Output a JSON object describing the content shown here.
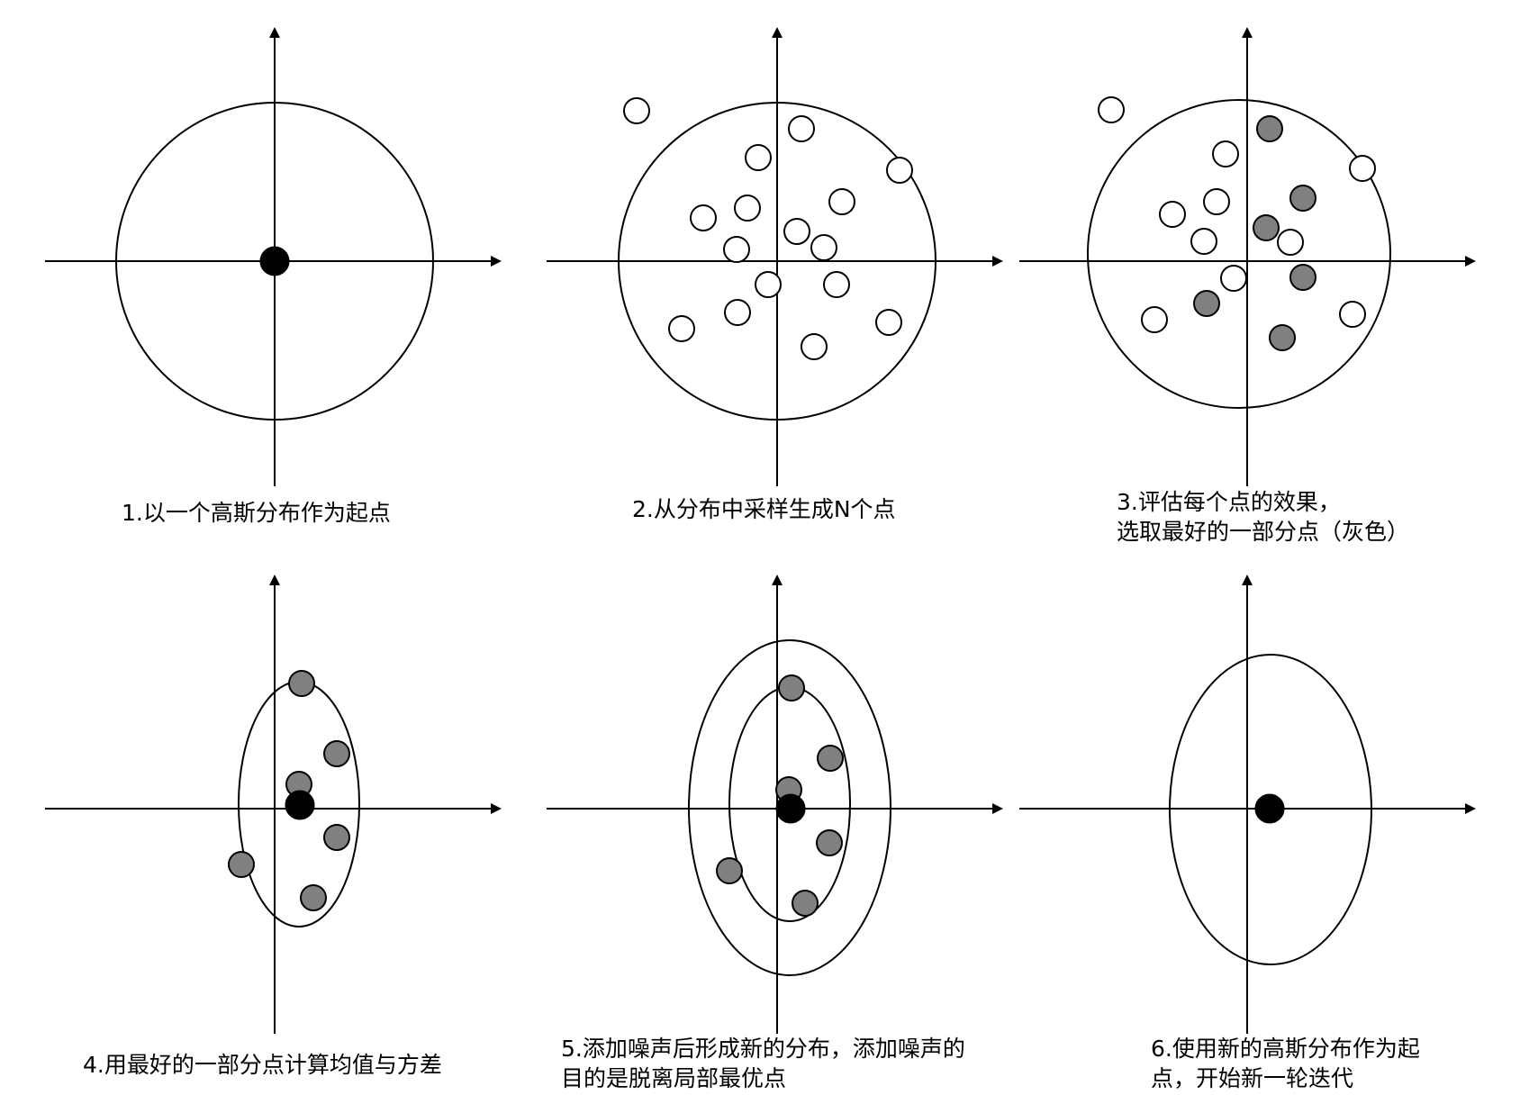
{
  "panels": [
    {
      "id": "p1",
      "caption_lines": [
        "1.以一个高斯分布作为起点"
      ]
    },
    {
      "id": "p2",
      "caption_lines": [
        "2.从分布中采样生成N个点"
      ]
    },
    {
      "id": "p3",
      "caption_lines": [
        "3.评估每个点的效果，",
        "选取最好的一部分点（灰色）"
      ]
    },
    {
      "id": "p4",
      "caption_lines": [
        "4.用最好的一部分点计算均值与方差"
      ]
    },
    {
      "id": "p5",
      "caption_lines": [
        "5.添加噪声后形成新的分布，添加噪声的",
        "目的是脱离局部最优点"
      ]
    },
    {
      "id": "p6",
      "caption_lines": [
        "6.使用新的高斯分布作为起",
        "点，开始新一轮迭代"
      ]
    }
  ],
  "colors": {
    "sample_point": "#ffffff",
    "selected_point": "#808080",
    "mean_point": "#000000",
    "stroke": "#000000"
  }
}
